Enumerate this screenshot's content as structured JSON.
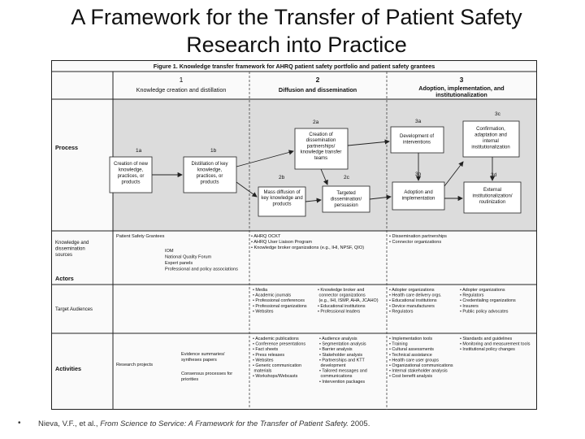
{
  "slide": {
    "title_line1": "A Framework for the Transfer of Patient Safety",
    "title_line2": "Research into Practice"
  },
  "figure": {
    "caption": "Figure 1. Knowledge transfer framework for AHRQ patient safety portfolio and patient safety grantees",
    "stages": [
      {
        "num": "1",
        "label": "Knowledge creation and distillation"
      },
      {
        "num": "2",
        "label": "Diffusion and dissemination"
      },
      {
        "num": "3",
        "label": "Adoption, implementation, and institutionalization"
      }
    ],
    "rows": {
      "process": "Process",
      "knowledge_sources": "Knowledge and dissemination sources",
      "actors": "Actors",
      "target_audiences": "Target Audiences",
      "activities": "Activities"
    },
    "process_boxes": {
      "1a": {
        "tag": "1a",
        "text": "Creation of new knowledge, practices, or products"
      },
      "1b": {
        "tag": "1b",
        "text": "Distillation of key knowledge, practices, or products"
      },
      "2a": {
        "tag": "2a",
        "text": "Creation of dissemination partnerships/ knowledge transfer teams"
      },
      "2b": {
        "tag": "2b",
        "text": "Mass diffusion of key knowledge and products"
      },
      "2c": {
        "tag": "2c",
        "text": "Targeted dissemination/ persuasion"
      },
      "3a": {
        "tag": "3a",
        "text": "Development of interventions"
      },
      "3b": {
        "tag": "3b",
        "text": "Adoption and implementation"
      },
      "3c": {
        "tag": "3c",
        "text": "Confirmation, adaptation and internal institutionalization"
      },
      "3d": {
        "tag": "3d",
        "text": "External institutionalization/ routinization"
      }
    },
    "knowledge_sources": {
      "col1_a": "Patient Safety Grantees",
      "col1_b": [
        "IOM",
        "National Quality Forum",
        "Expert panels",
        "Professional and policy associations"
      ],
      "col2": [
        "AHRQ OCKT",
        "AHRQ User Liaison Program",
        "Knowledge broker organizations (e.g., IHI, NPSF, QIO)"
      ],
      "col3": [
        "Dissemination partnerships",
        "Connector organizations"
      ]
    },
    "target_audiences": {
      "col2a": [
        "Media",
        "Academic journals",
        "Professional conferences",
        "Professional organizations",
        "Websites"
      ],
      "col2b": [
        "Knowledge broker and connector organizations (e.g., IHI, ISMP, AHA, JCAHO)",
        "Educational institutions",
        "Professional leaders"
      ],
      "col3a": [
        "Adopter organizations",
        "Health care delivery orgs.",
        "Educational institutions",
        "Device manufacturers",
        "Regulators"
      ],
      "col3b": [
        "Adopter organizations",
        "Regulators",
        "Credentialing organizations",
        "Insurers",
        "Public policy advocates"
      ]
    },
    "activities": {
      "col1_a": "Research projects",
      "col1_b": "Evidence summaries/ syntheses papers",
      "col1_c": "Consensus processes for priorities",
      "col2a": [
        "Academic publications",
        "Conference presentations",
        "Fact sheets",
        "Press releases",
        "Websites",
        "Generic communication materials",
        "Workshops/Webcasts"
      ],
      "col2b": [
        "Audience analysis",
        "Segmentation analysis",
        "Barrier analysis",
        "Stakeholder analysis",
        "Partnerships and KTT development",
        "Tailored messages and communications",
        "Intervention packages"
      ],
      "col3a": [
        "Implementation tools",
        "Training",
        "Cultural assessments",
        "Technical assistance",
        "Health care user groups",
        "Organizational communications",
        "Internal stakeholder analysis",
        "Cost benefit analysis"
      ],
      "col3b": [
        "Standards and guidelines",
        "Monitoring and measurement tools",
        "Institutional policy changes"
      ]
    }
  },
  "footer": {
    "bullet": "•",
    "citation_prefix": "Nieva, V.F., et al., ",
    "citation_title": "From Science to Service: A Framework for the Transfer of Patient Safety.",
    "citation_suffix": " 2005."
  }
}
